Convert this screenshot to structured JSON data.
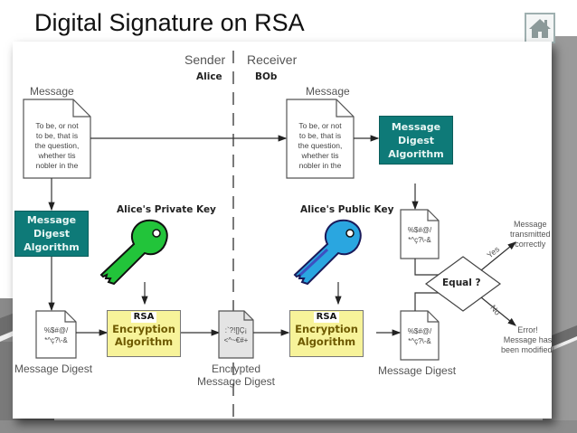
{
  "slide": {
    "title": "Digital Signature on RSA",
    "home_icon": "home-icon"
  },
  "colors": {
    "digest_box": "#0e7a78",
    "encryption_box": "#f7f39a",
    "private_key": "#22c43a",
    "public_key": "#2aa6e0"
  },
  "diagram": {
    "sender": {
      "role": "Sender",
      "name": "Alice"
    },
    "receiver": {
      "role": "Receiver",
      "name": "BOb"
    },
    "sender_message": {
      "label": "Message",
      "lines": [
        "To be, or not",
        "to be, that is",
        "the question,",
        "whether tis",
        "nobler in the"
      ]
    },
    "receiver_message": {
      "label": "Message",
      "lines": [
        "To be, or not",
        "to be, that is",
        "the question,",
        "whether tis",
        "nobler in the"
      ]
    },
    "sender_digest_algo": [
      "Message",
      "Digest",
      "Algorithm"
    ],
    "receiver_digest_algo": [
      "Message",
      "Digest",
      "Algorithm"
    ],
    "private_key_label": "Alice's Private Key",
    "public_key_label": "Alice's Public Key",
    "sender_encryption": {
      "badge": "RSA",
      "lines": [
        "Encryption",
        "Algorithm"
      ]
    },
    "receiver_encryption": {
      "badge": "RSA",
      "lines": [
        "Encryption",
        "Algorithm"
      ]
    },
    "sender_digest_doc": {
      "lines": [
        "%$#@/",
        "*^ç?\\-&"
      ],
      "label": "Message Digest"
    },
    "encrypted_digest_doc": {
      "lines": [
        ":`?![]Ç¡",
        "<^~€#+"
      ],
      "label_lines": [
        "Encrypted",
        "Message Digest"
      ]
    },
    "receiver_digest_doc_top": {
      "lines": [
        "%$#@/",
        "*^ç?\\-&"
      ]
    },
    "receiver_digest_doc_bottom": {
      "lines": [
        "%$#@/",
        "*^ç?\\-&"
      ],
      "label": "Message Digest"
    },
    "decision": {
      "label": "Equal ?",
      "yes": "Yes",
      "no": "No"
    },
    "outcome_yes": [
      "Message",
      "transmitted",
      "correctly"
    ],
    "outcome_no": [
      "Error!",
      "Message has",
      "been modified!"
    ]
  }
}
